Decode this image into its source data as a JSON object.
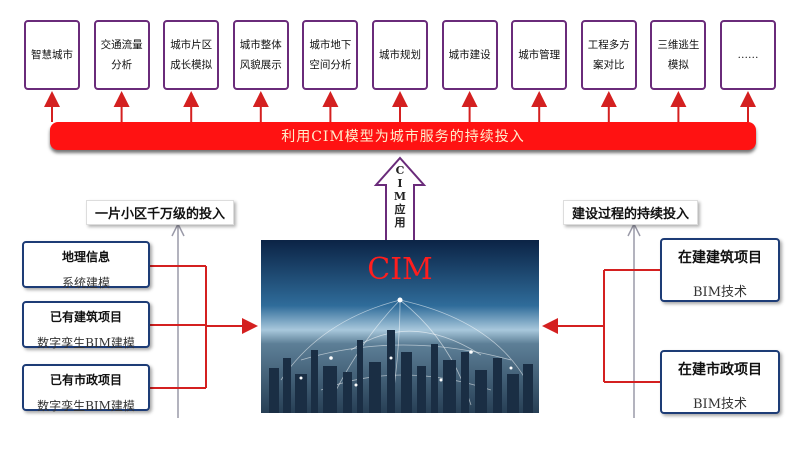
{
  "apps": [
    {
      "lines": [
        "智慧城市"
      ]
    },
    {
      "lines": [
        "交通流量",
        "分析"
      ]
    },
    {
      "lines": [
        "城市片区",
        "成长模拟"
      ]
    },
    {
      "lines": [
        "城市整体",
        "风貌展示"
      ]
    },
    {
      "lines": [
        "城市地下",
        "空间分析"
      ]
    },
    {
      "lines": [
        "城市规划"
      ]
    },
    {
      "lines": [
        "城市建设"
      ]
    },
    {
      "lines": [
        "城市管理"
      ]
    },
    {
      "lines": [
        "工程多方",
        "案对比"
      ]
    },
    {
      "lines": [
        "三维逃生",
        "模拟"
      ]
    },
    {
      "lines": [
        "……"
      ]
    }
  ],
  "banner": "利用CIM模型为城市服务的持续投入",
  "cim_arrow": [
    "C",
    "I",
    "M",
    "应",
    "用"
  ],
  "center": {
    "title": "CIM"
  },
  "left": {
    "label": "一片小区千万级的投入",
    "boxes": [
      {
        "title": "地理信息",
        "sub": "系统建模"
      },
      {
        "title": "已有建筑项目",
        "sub": "数字孪生BIM建模"
      },
      {
        "title": "已有市政项目",
        "sub": "数字孪生BIM建模"
      }
    ]
  },
  "right": {
    "label": "建设过程的持续投入",
    "boxes": [
      {
        "title": "在建建筑项目",
        "sub": "BIM技术"
      },
      {
        "title": "在建市政项目",
        "sub": "BIM技术"
      }
    ]
  },
  "colors": {
    "banner": "#ff1212",
    "app_border": "#6a2b7a",
    "box_border": "#1d3c76",
    "connector": "#d42020",
    "title": "#ff1e1e"
  }
}
